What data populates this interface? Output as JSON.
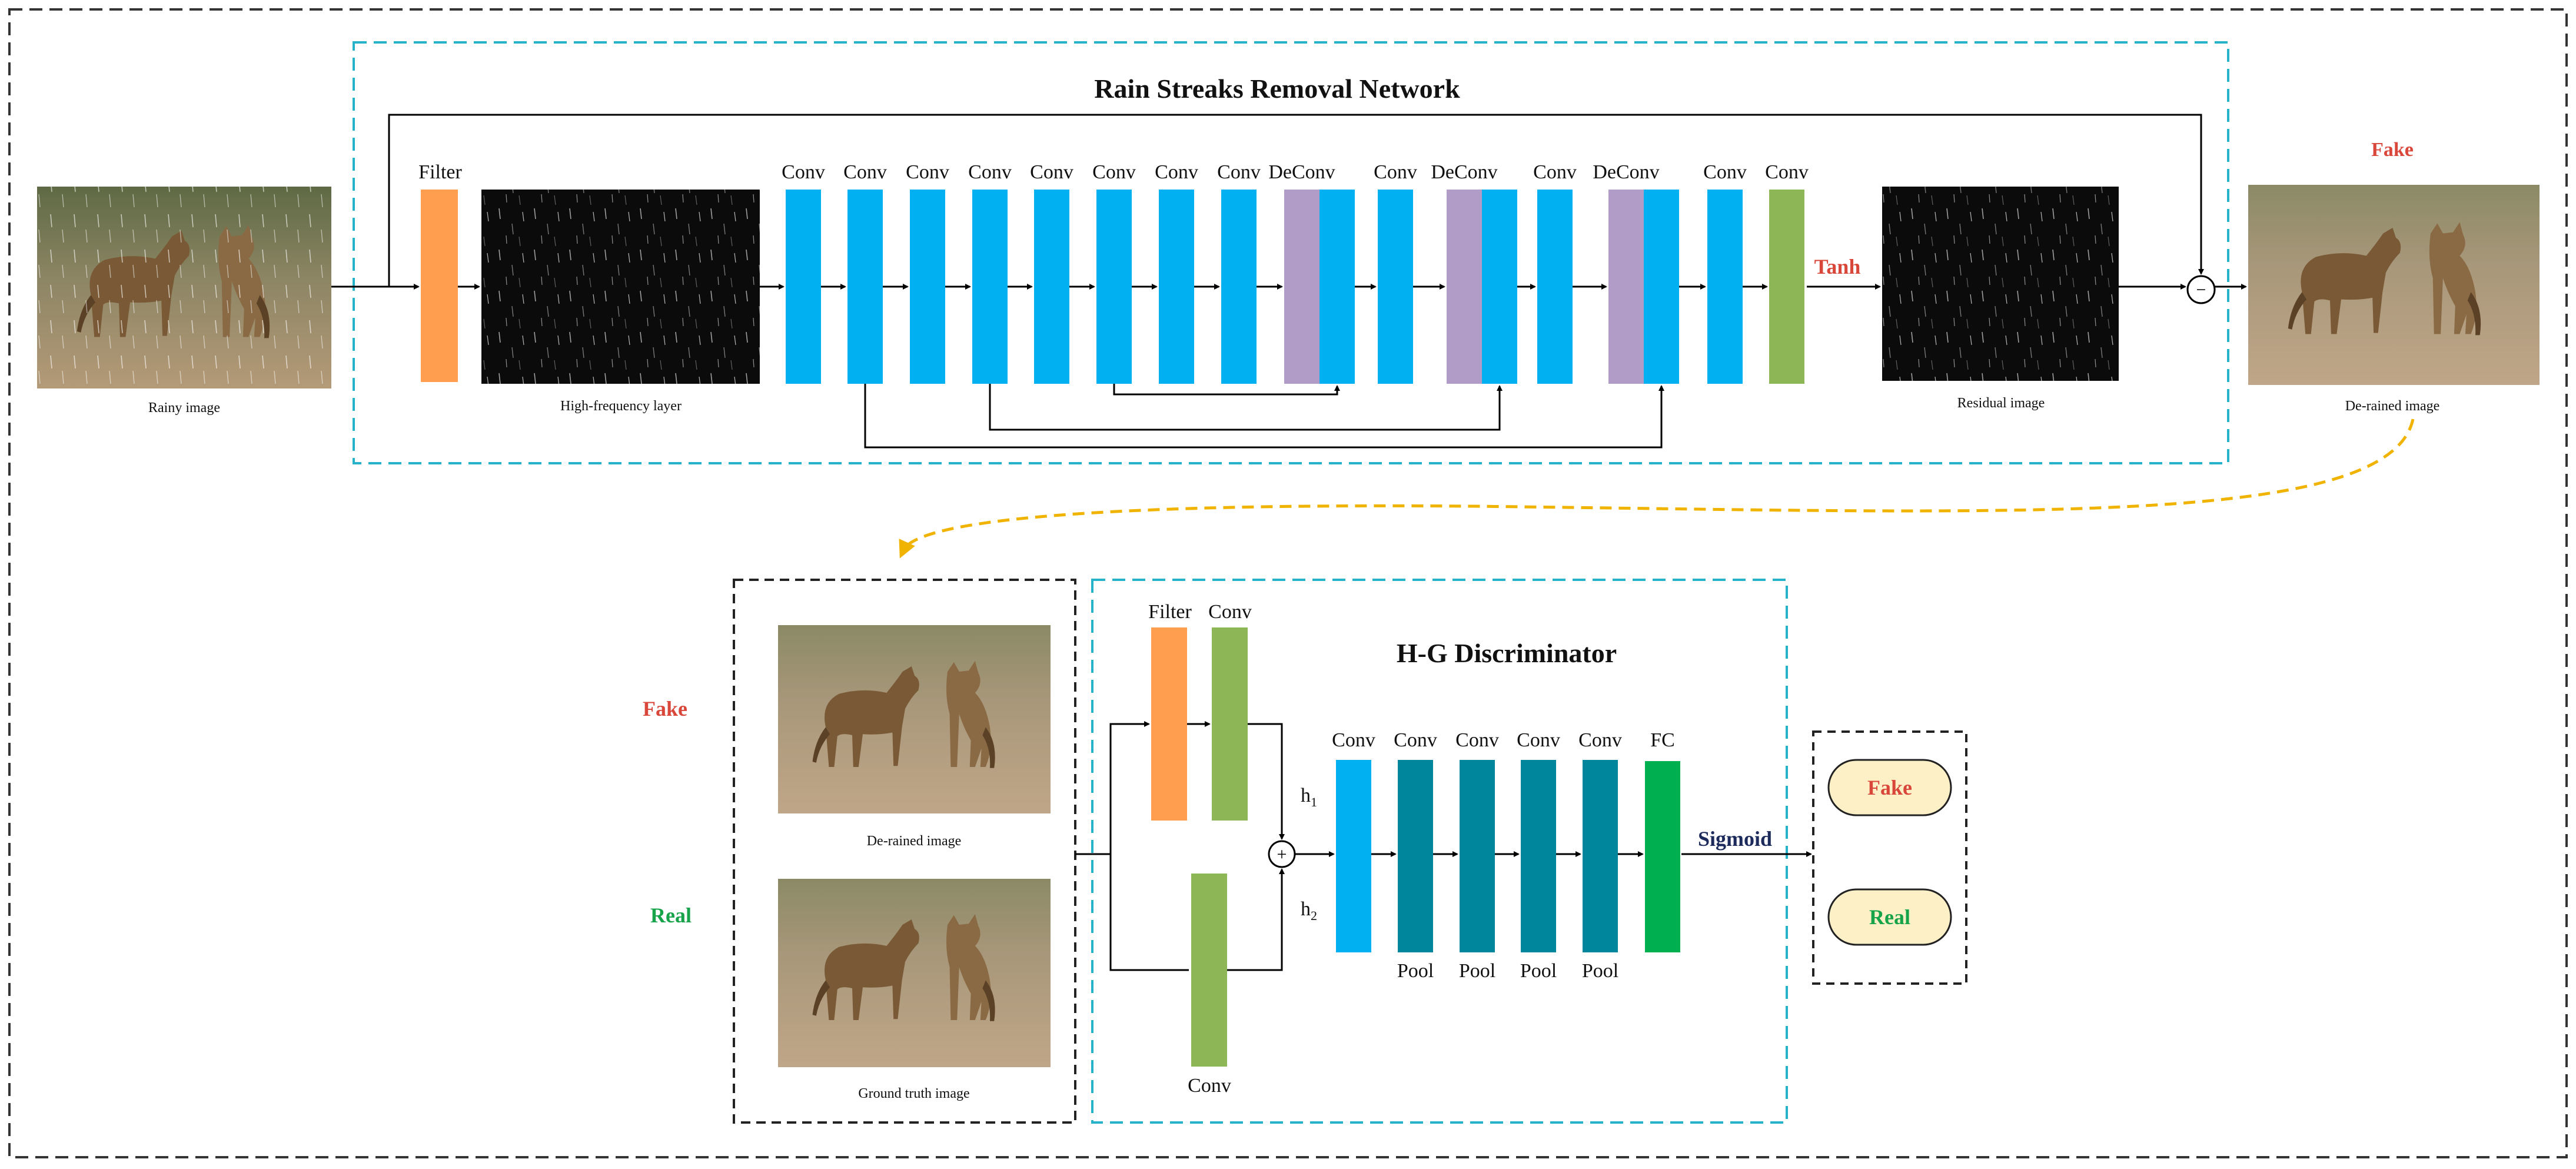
{
  "generator": {
    "title": "Rain Streaks Removal Network",
    "filter_label": "Filter",
    "input_caption": "Rainy image",
    "hf_caption": "High-frequency layer",
    "conv_label": "Conv",
    "deconv_label": "DeConv",
    "activation": "Tanh",
    "residual_caption": "Residual image",
    "output_tag": "Fake",
    "output_caption": "De-rained image",
    "subtract_symbol": "−"
  },
  "discriminator": {
    "title": "H-G Discriminator",
    "filter_label": "Filter",
    "conv_label": "Conv",
    "pool_label": "Pool",
    "fc_label": "FC",
    "h1": "h",
    "h1_sub": "1",
    "h2": "h",
    "h2_sub": "2",
    "sum_symbol": "+",
    "activation": "Sigmoid",
    "fake_tag": "Fake",
    "real_tag": "Real",
    "derained_caption": "De-rained image",
    "gt_caption": "Ground truth image",
    "out_fake": "Fake",
    "out_real": "Real"
  },
  "colors": {
    "filter": "#ff9e4f",
    "conv": "#00b0f0",
    "deconv": "#b19cc7",
    "final_conv": "#8db756",
    "pool_conv": "#00869c",
    "fc": "#00b050",
    "dashed_cyan": "#26b3c9",
    "dashed_gold": "#f0b400",
    "fake_red": "#d9473a",
    "real_green": "#16a34a",
    "out_box_fill": "#fdf0c6"
  }
}
